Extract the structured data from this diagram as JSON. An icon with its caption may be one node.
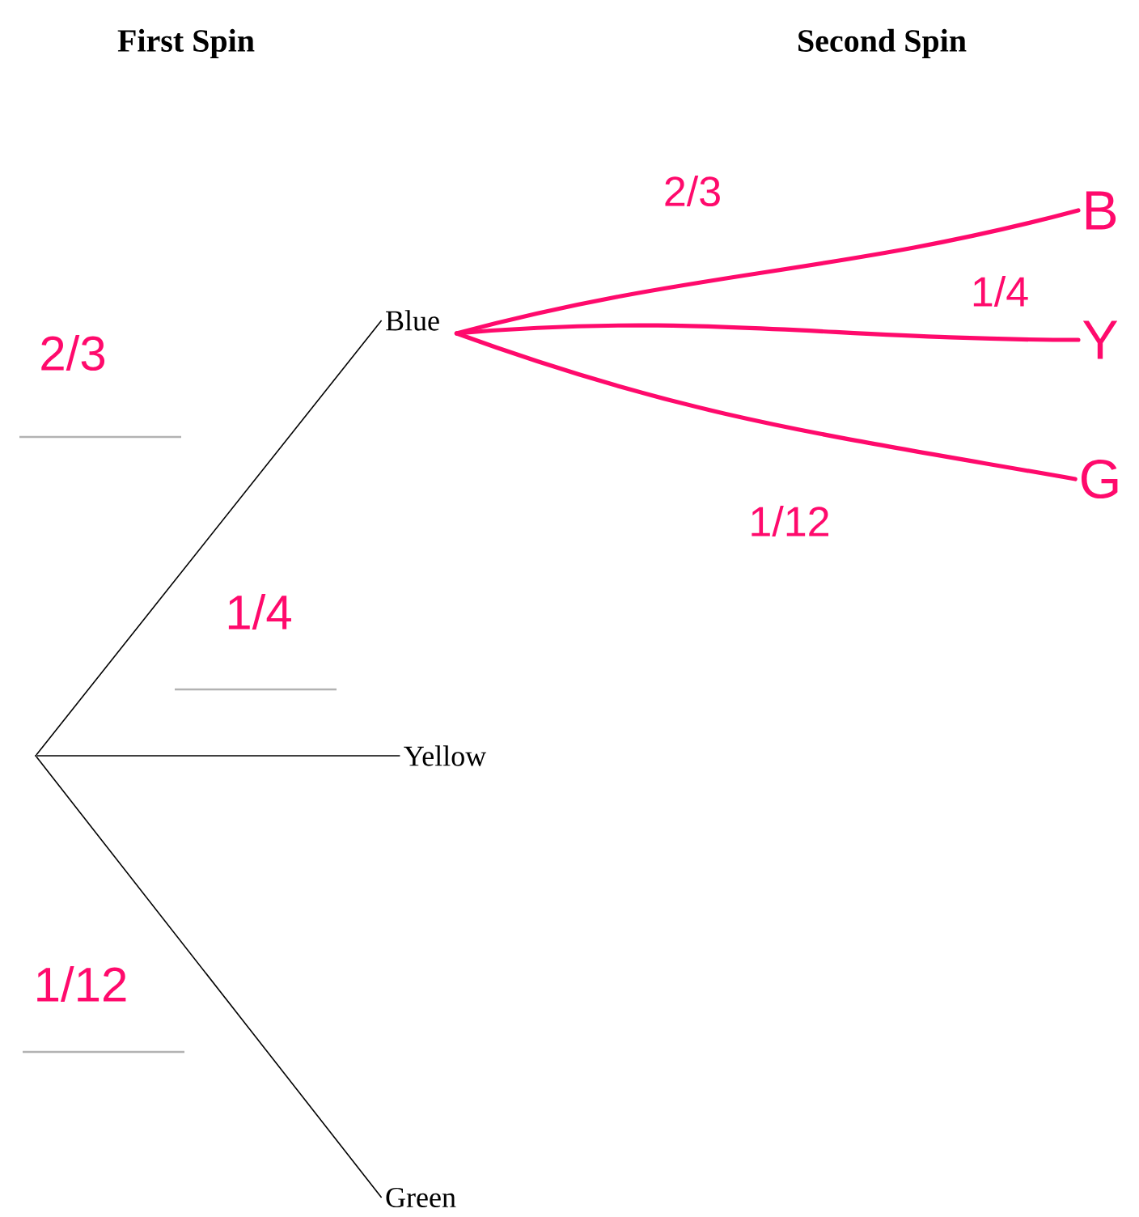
{
  "diagram": {
    "nodes": [
      {
        "text": [],
        "shape": "point"
      },
      {
        "text": [
          "Blue"
        ]
      },
      {
        "text": [
          "Yellow"
        ]
      },
      {
        "text": [
          "Green"
        ]
      },
      {
        "text": [
          "B"
        ]
      },
      {
        "text": [
          "Y"
        ]
      },
      {
        "text": [
          "G"
        ]
      }
    ],
    "edges": [
      {
        "from": 0,
        "to": 1,
        "arrow": "none"
      },
      {
        "from": 0,
        "to": 2,
        "arrow": "none"
      },
      {
        "from": 0,
        "to": 3,
        "arrow": "none"
      },
      {
        "from": 1,
        "to": 4,
        "arrow": "none",
        "label": "2/3",
        "style": "thick",
        "color": "#ff0a6c"
      },
      {
        "from": 1,
        "to": 5,
        "arrow": "none",
        "label": "1/4",
        "style": "thick",
        "color": "#ff0a6c"
      },
      {
        "from": 1,
        "to": 6,
        "arrow": "none",
        "label": "1/12",
        "style": "thick",
        "color": "#ff0a6c"
      }
    ],
    "labels": [
      "First Spin",
      "Second Spin",
      "2/3",
      "1/4",
      "1/12"
    ]
  }
}
